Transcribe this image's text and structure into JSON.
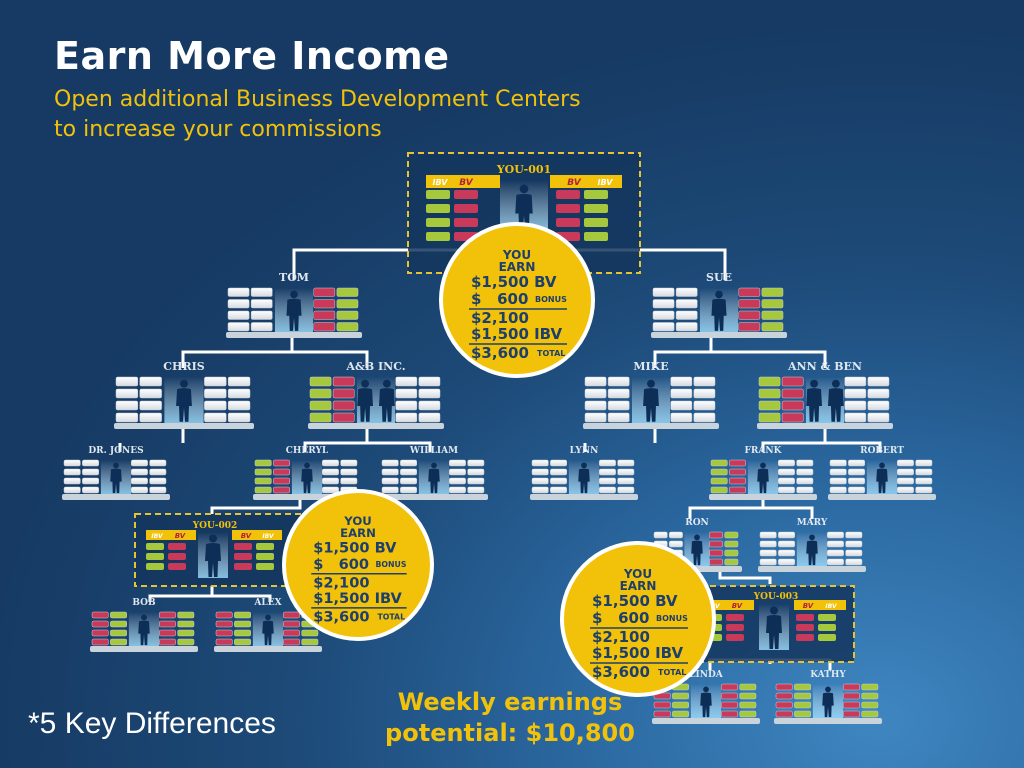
{
  "slide": {
    "title": "Earn More Income",
    "subtitle_line1": "Open additional Business Development Centers",
    "subtitle_line2": "to increase your commissions",
    "footnote": "*5 Key Differences",
    "weekly_line1": "Weekly earnings",
    "weekly_line2": "potential: $10,800"
  },
  "centers": [
    {
      "id": "you1",
      "label": "YOU-001",
      "left": "BV",
      "right": "BV",
      "ibv_left": "IBV",
      "ibv_right": "IBV"
    },
    {
      "id": "you2",
      "label": "YOU-002",
      "left": "BV",
      "right": "BV",
      "ibv_left": "IBV",
      "ibv_right": "IBV"
    },
    {
      "id": "you3",
      "label": "YOU-003",
      "left": "BV",
      "right": "BV",
      "ibv_left": "IBV",
      "ibv_right": "IBV"
    }
  ],
  "people": [
    "TOM",
    "SUE",
    "CHRIS",
    "A&B INC.",
    "MIKE",
    "ANN & BEN",
    "DR. JONES",
    "CHERYL",
    "WILLIAM",
    "LYNN",
    "FRANK",
    "ROBERT",
    "RON",
    "MARY",
    "BOB",
    "ALEX",
    "LINDA",
    "KATHY"
  ],
  "earnings": {
    "you": "YOU",
    "earn": "EARN",
    "bv": "$1,500 BV",
    "bonus_amount": "$   600",
    "bonus_label": "BONUS",
    "subtotal": "$2,100",
    "ibv": "$1,500 IBV",
    "total": "$3,600",
    "total_label": "TOTAL"
  },
  "colors": {
    "accent_yellow": "#f2c20b",
    "bv_red": "#c8395a",
    "ibv_green": "#a6c83c",
    "node_label_blue": "#1e3f6b",
    "dashed_border": "#e8c235"
  }
}
